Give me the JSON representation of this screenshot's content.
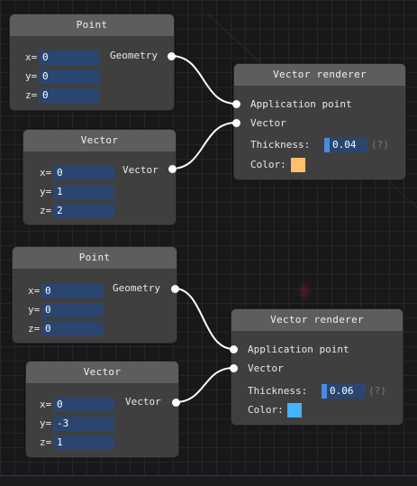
{
  "graph_top": {
    "point_node": {
      "title": "Point",
      "output": "Geometry",
      "fields": [
        {
          "label": "x=",
          "value": "0"
        },
        {
          "label": "y=",
          "value": "0"
        },
        {
          "label": "z=",
          "value": "0"
        }
      ]
    },
    "vector_node": {
      "title": "Vector",
      "output": "Vector",
      "fields": [
        {
          "label": "x=",
          "value": "0"
        },
        {
          "label": "y=",
          "value": "1"
        },
        {
          "label": "z=",
          "value": "2"
        }
      ]
    },
    "renderer_node": {
      "title": "Vector renderer",
      "input_point": "Application point",
      "input_vector": "Vector",
      "thickness_label": "Thickness:",
      "thickness_value": "0.04",
      "hint": "(?)",
      "color_label": "Color:",
      "color": "#ffc06a"
    }
  },
  "graph_bottom": {
    "point_node": {
      "title": "Point",
      "output": "Geometry",
      "fields": [
        {
          "label": "x=",
          "value": "0"
        },
        {
          "label": "y=",
          "value": "0"
        },
        {
          "label": "z=",
          "value": "0"
        }
      ]
    },
    "vector_node": {
      "title": "Vector",
      "output": "Vector",
      "fields": [
        {
          "label": "x=",
          "value": "0"
        },
        {
          "label": "y=",
          "value": "-3"
        },
        {
          "label": "z=",
          "value": "1"
        }
      ]
    },
    "renderer_node": {
      "title": "Vector renderer",
      "input_point": "Application point",
      "input_vector": "Vector",
      "thickness_label": "Thickness:",
      "thickness_value": "0.06",
      "hint": "(?)",
      "color_label": "Color:",
      "color": "#45b3ff"
    }
  },
  "colors": {
    "background": "#18181b",
    "node_body": "#3f3f3f",
    "node_header": "#5d5d5d",
    "field": "#2a4670",
    "wire": "#ffffff"
  }
}
